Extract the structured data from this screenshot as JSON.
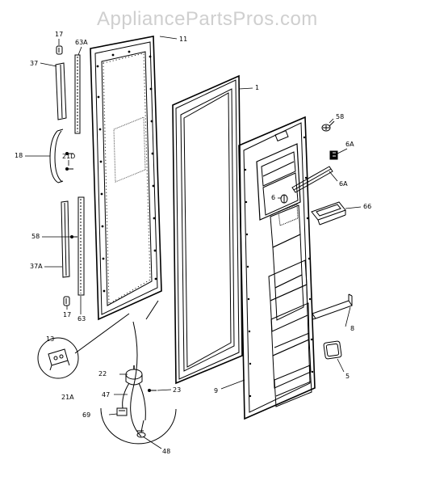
{
  "watermark": "AppliancePartsPros.com",
  "callouts": {
    "c17a": "17",
    "c63a": "63A",
    "c11": "11",
    "c37": "37",
    "c18": "18",
    "c21d": "21D",
    "c58a": "58",
    "c37a": "37A",
    "c17b": "17",
    "c63": "63",
    "c13": "13",
    "c21a": "21A",
    "c22": "22",
    "c47": "47",
    "c69": "69",
    "c48": "48",
    "c23": "23",
    "c1": "1",
    "c58b": "58",
    "c6a1": "6A",
    "c6a2": "6A",
    "c6": "6",
    "c66": "66",
    "c8": "8",
    "c5": "5",
    "c9": "9"
  }
}
